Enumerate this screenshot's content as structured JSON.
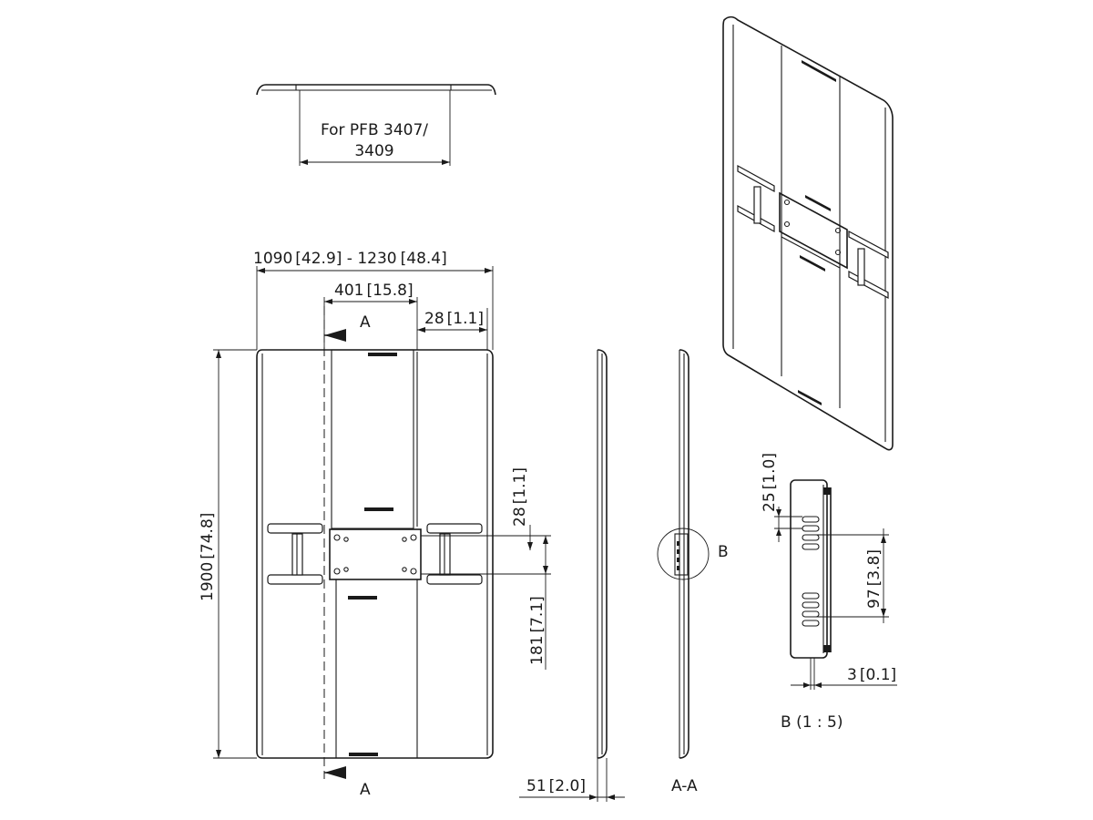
{
  "callout_top": {
    "line1": "For PFB 3407/",
    "line2": "3409"
  },
  "dimensions": {
    "width_range": {
      "mm": "1090",
      "inch": "42.9",
      "sep": " - ",
      "mm2": "1230",
      "inch2": "48.4"
    },
    "center_width": {
      "mm": "401",
      "inch": "15.8"
    },
    "offset": {
      "mm": "28",
      "inch": "1.1"
    },
    "height": {
      "mm": "1900",
      "inch": "74.8"
    },
    "mount_gap": {
      "mm": "28",
      "inch": "1.1"
    },
    "mount_lower": {
      "mm": "181",
      "inch": "7.1"
    },
    "depth": {
      "mm": "51",
      "inch": "2.0"
    },
    "detail_top": {
      "mm": "25",
      "inch": "1.0"
    },
    "detail_pitch": {
      "mm": "97",
      "inch": "3.8"
    },
    "detail_thick": {
      "mm": "3",
      "inch": "0.1"
    }
  },
  "labels": {
    "section_top": "A",
    "section_bottom": "A",
    "section_view": "A-A",
    "detail_marker": "B",
    "detail_view": "B (1 : 5)"
  }
}
